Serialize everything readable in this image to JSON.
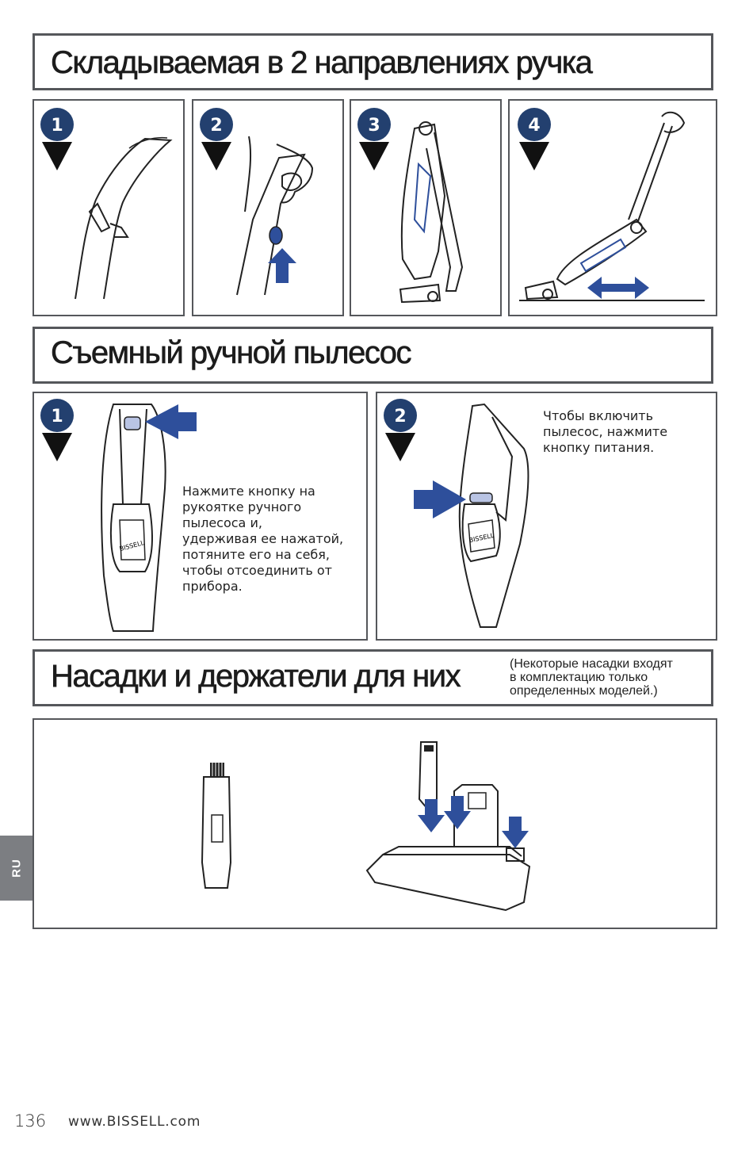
{
  "sections": {
    "folding_handle": {
      "title": "Складываемая в 2 направлениях ручка",
      "steps": [
        "1",
        "2",
        "3",
        "4"
      ]
    },
    "handheld": {
      "title": "Съемный ручной пылесос",
      "steps": [
        "1",
        "2"
      ],
      "step1_text": "Нажмите кнопку на\nрукоятке ручного\nпылесоса и,\nудерживая ее нажатой,\nпотяните его на себя,\nчтобы отсоединить от\nприбора.",
      "step2_text": "Чтобы включить\nпылесос, нажмите\nкнопку питания."
    },
    "attachments": {
      "title": "Насадки и держатели для них",
      "note": "(Некоторые насадки входят\nв комплектацию только\nопределенных моделей.)"
    }
  },
  "side_tab": {
    "language": "RU"
  },
  "footer": {
    "page_number": "136",
    "website": "www.BISSELL.com"
  },
  "colors": {
    "accent_blue": "#2e4f9b",
    "badge_navy": "#23406f",
    "frame_gray": "#55575b",
    "tab_gray": "#7c7e82"
  },
  "icons": [
    "step-badge-icon",
    "down-triangle-icon",
    "direction-arrow-icon",
    "bissell-logo-icon"
  ]
}
